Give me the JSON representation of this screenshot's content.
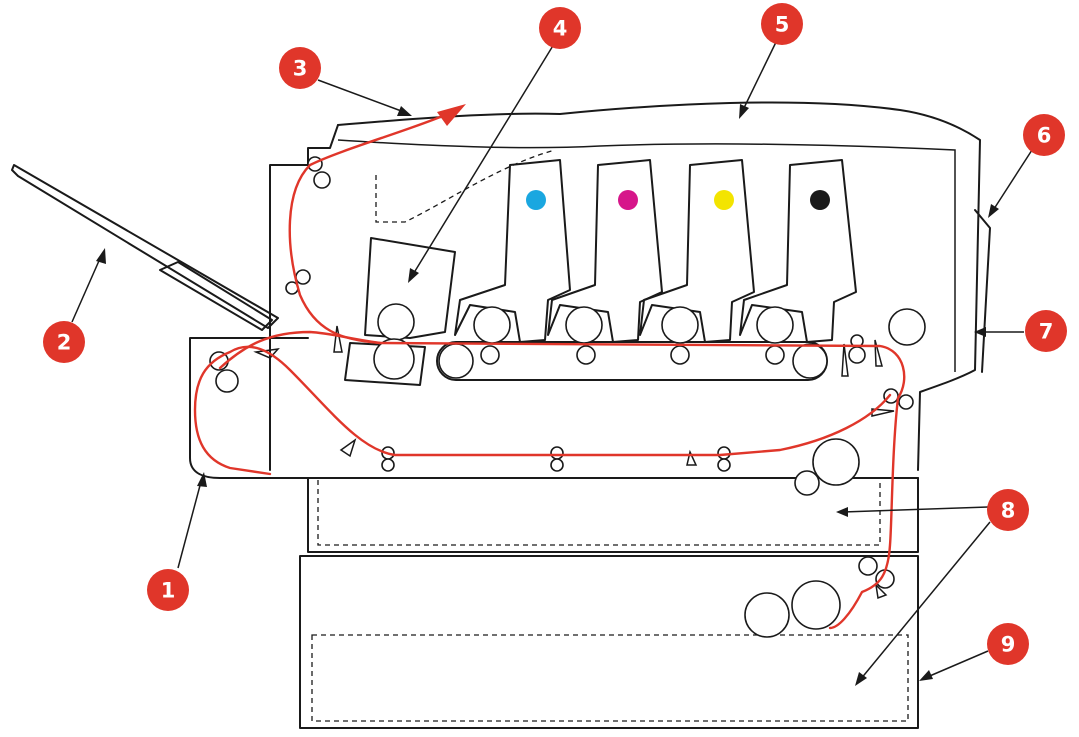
{
  "colors": {
    "callout": "#e0362a",
    "paper_path": "#e0362a",
    "toner_cyan": "#1aa7e0",
    "toner_magenta": "#d6168a",
    "toner_yellow": "#f3e400",
    "toner_black": "#1a1a1a"
  },
  "callouts": [
    {
      "id": "1",
      "label": "1"
    },
    {
      "id": "2",
      "label": "2"
    },
    {
      "id": "3",
      "label": "3"
    },
    {
      "id": "4",
      "label": "4"
    },
    {
      "id": "5",
      "label": "5"
    },
    {
      "id": "6",
      "label": "6"
    },
    {
      "id": "7",
      "label": "7"
    },
    {
      "id": "8",
      "label": "8"
    },
    {
      "id": "9",
      "label": "9"
    }
  ],
  "icons": {
    "callout": "numbered-circle-icon",
    "toner": "toner-dot-icon",
    "roller": "roller-circle-icon"
  }
}
